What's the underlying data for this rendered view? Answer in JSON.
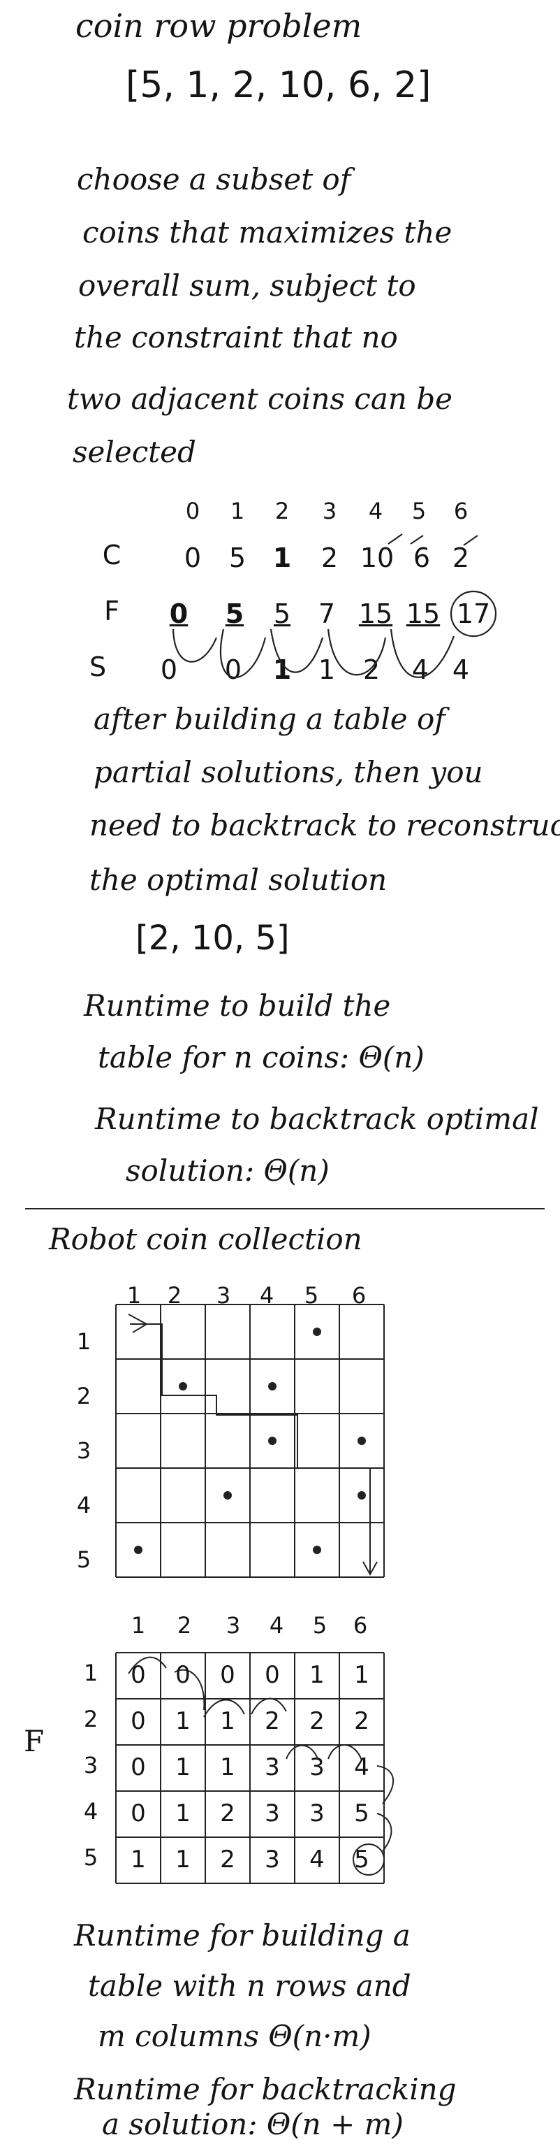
{
  "title": "coin row problem",
  "coins_list": "[5, 1, 2, 10, 6, 2]",
  "description": [
    "choose a subset of",
    "coins that maximizes the",
    "overall sum, subject to",
    "the constraint that no",
    "two adjacent coins can be",
    "selected"
  ],
  "table1": {
    "index_header": [
      "0",
      "1",
      "2",
      "3",
      "4",
      "5",
      "6"
    ],
    "rows": [
      {
        "label": "C",
        "values": [
          "0",
          "5",
          "1",
          "2",
          "10",
          "6",
          "2"
        ]
      },
      {
        "label": "F",
        "values": [
          "0",
          "5",
          "5",
          "7",
          "15",
          "15",
          "17"
        ]
      },
      {
        "label": "S",
        "values": [
          "0",
          "0",
          "1",
          "1",
          "2",
          "4",
          "4"
        ]
      }
    ]
  },
  "backtrack_text": [
    "after building a table of",
    "partial solutions, then you",
    "need to backtrack to reconstruct",
    "the optimal solution"
  ],
  "solution": "[2, 10, 5]",
  "runtime1": [
    "Runtime to build the",
    "table for n coins: Θ(n)",
    "Runtime to backtrack optimal",
    "solution: Θ(n)"
  ],
  "robot_title": "Robot coin collection",
  "grid1": {
    "col_header": [
      "1",
      "2",
      "3",
      "4",
      "5",
      "6"
    ],
    "row_header": [
      "1",
      "2",
      "3",
      "4",
      "5"
    ],
    "coins": [
      [
        1,
        5
      ],
      [
        2,
        2
      ],
      [
        2,
        4
      ],
      [
        3,
        4
      ],
      [
        3,
        6
      ],
      [
        4,
        3
      ],
      [
        4,
        6
      ],
      [
        5,
        1
      ],
      [
        5,
        5
      ]
    ]
  },
  "grid2": {
    "label": "F",
    "col_header": [
      "1",
      "2",
      "3",
      "4",
      "5",
      "6"
    ],
    "row_header": [
      "1",
      "2",
      "3",
      "4",
      "5"
    ],
    "values": [
      [
        "0",
        "0",
        "0",
        "0",
        "1",
        "1"
      ],
      [
        "0",
        "1",
        "1",
        "2",
        "2",
        "2"
      ],
      [
        "0",
        "1",
        "1",
        "3",
        "3",
        "4"
      ],
      [
        "0",
        "1",
        "2",
        "3",
        "3",
        "5"
      ],
      [
        "1",
        "1",
        "2",
        "3",
        "4",
        "5"
      ]
    ]
  },
  "runtime2": [
    "Runtime for building a",
    "table with n rows and",
    "m columns Θ(n·m)",
    "Runtime for backtracking",
    "a solution: Θ(n + m)"
  ]
}
